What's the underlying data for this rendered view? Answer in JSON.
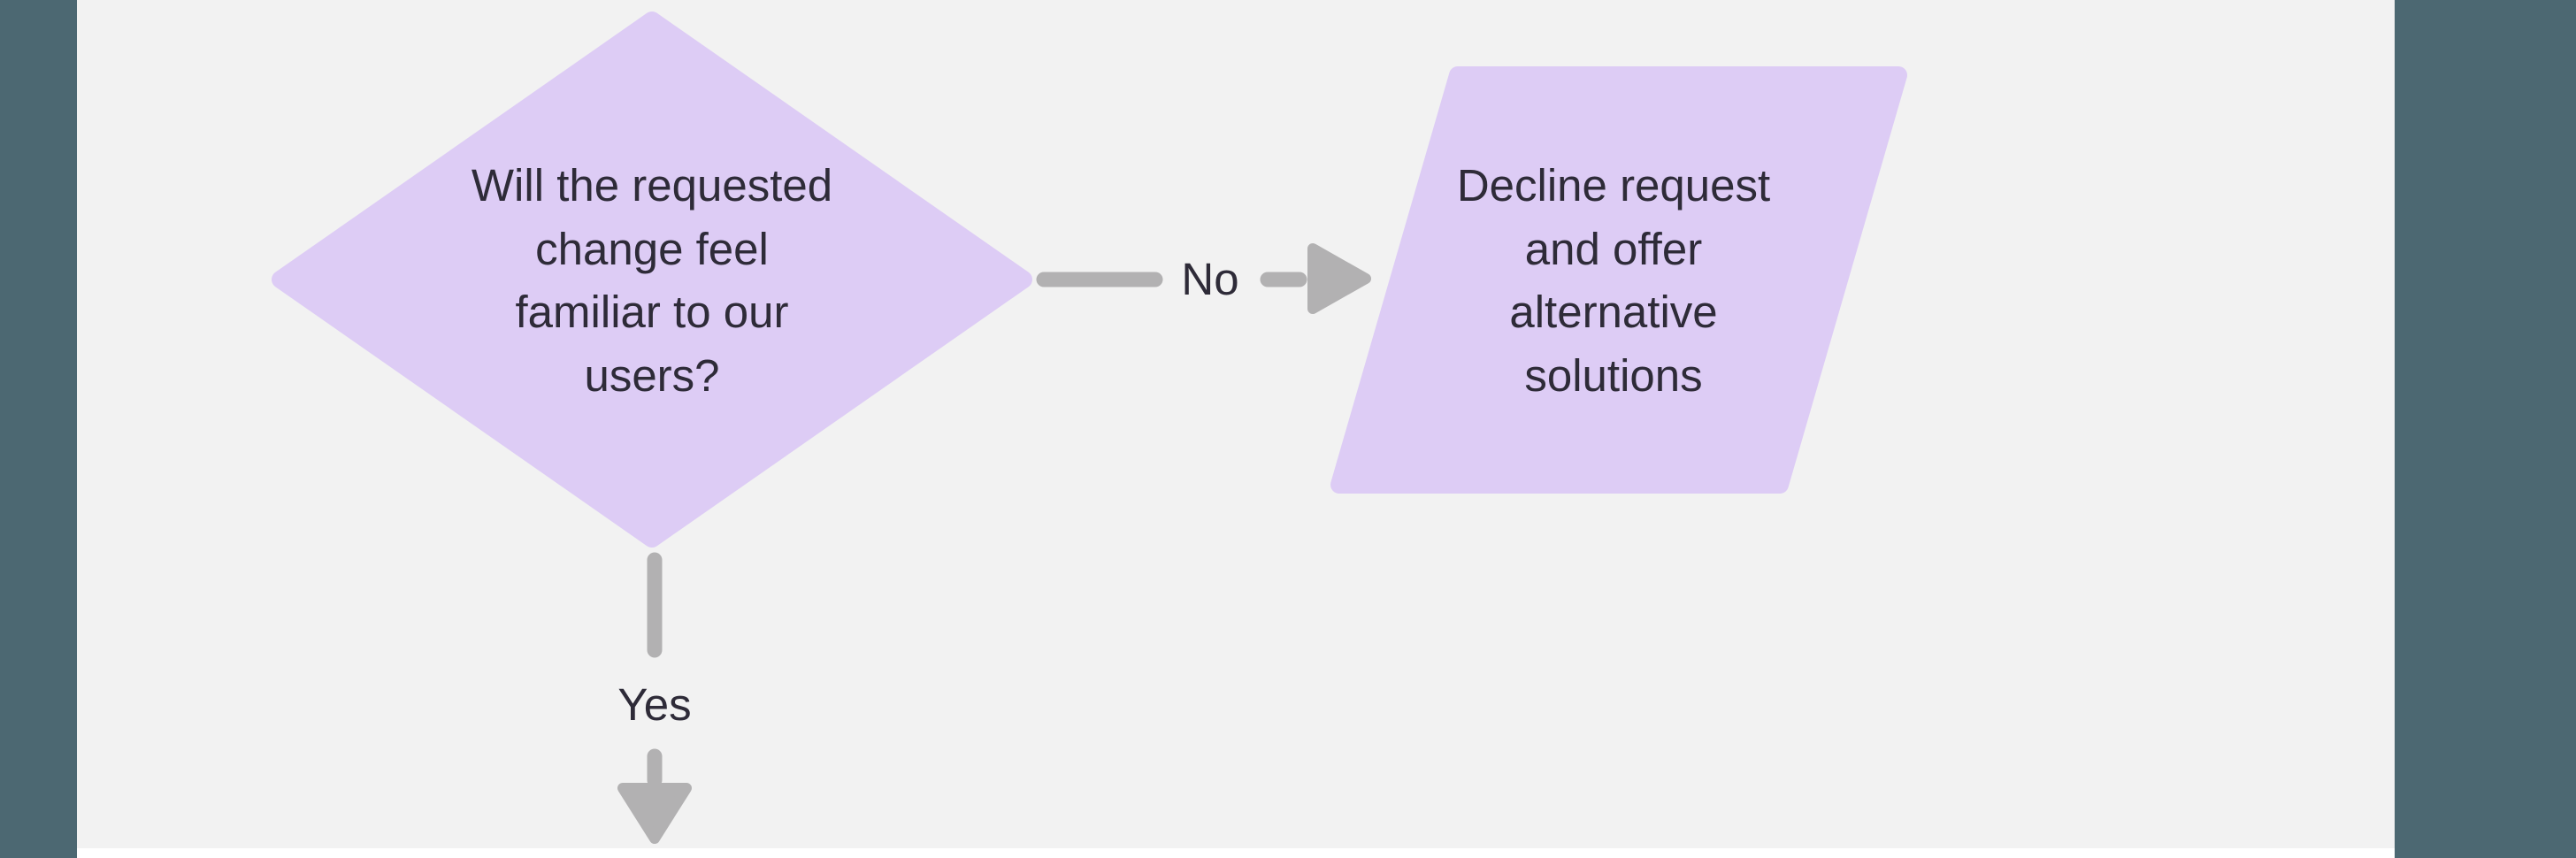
{
  "colors": {
    "page_background": "#ffffff",
    "canvas_background": "#f2f2f2",
    "side_panels": "#4c6872",
    "shape_fill": "#ddccf5",
    "connector_gray": "#b2b1b2",
    "text": "#2e2b38"
  },
  "flowchart": {
    "decision": {
      "shape": "diamond",
      "label": "Will the requested\nchange feel\nfamiliar to our\nusers?"
    },
    "branches": {
      "no": {
        "label": "No",
        "direction": "right"
      },
      "yes": {
        "label": "Yes",
        "direction": "down"
      }
    },
    "outcome": {
      "shape": "parallelogram",
      "label": "Decline request\nand offer\nalternative\nsolutions"
    }
  }
}
